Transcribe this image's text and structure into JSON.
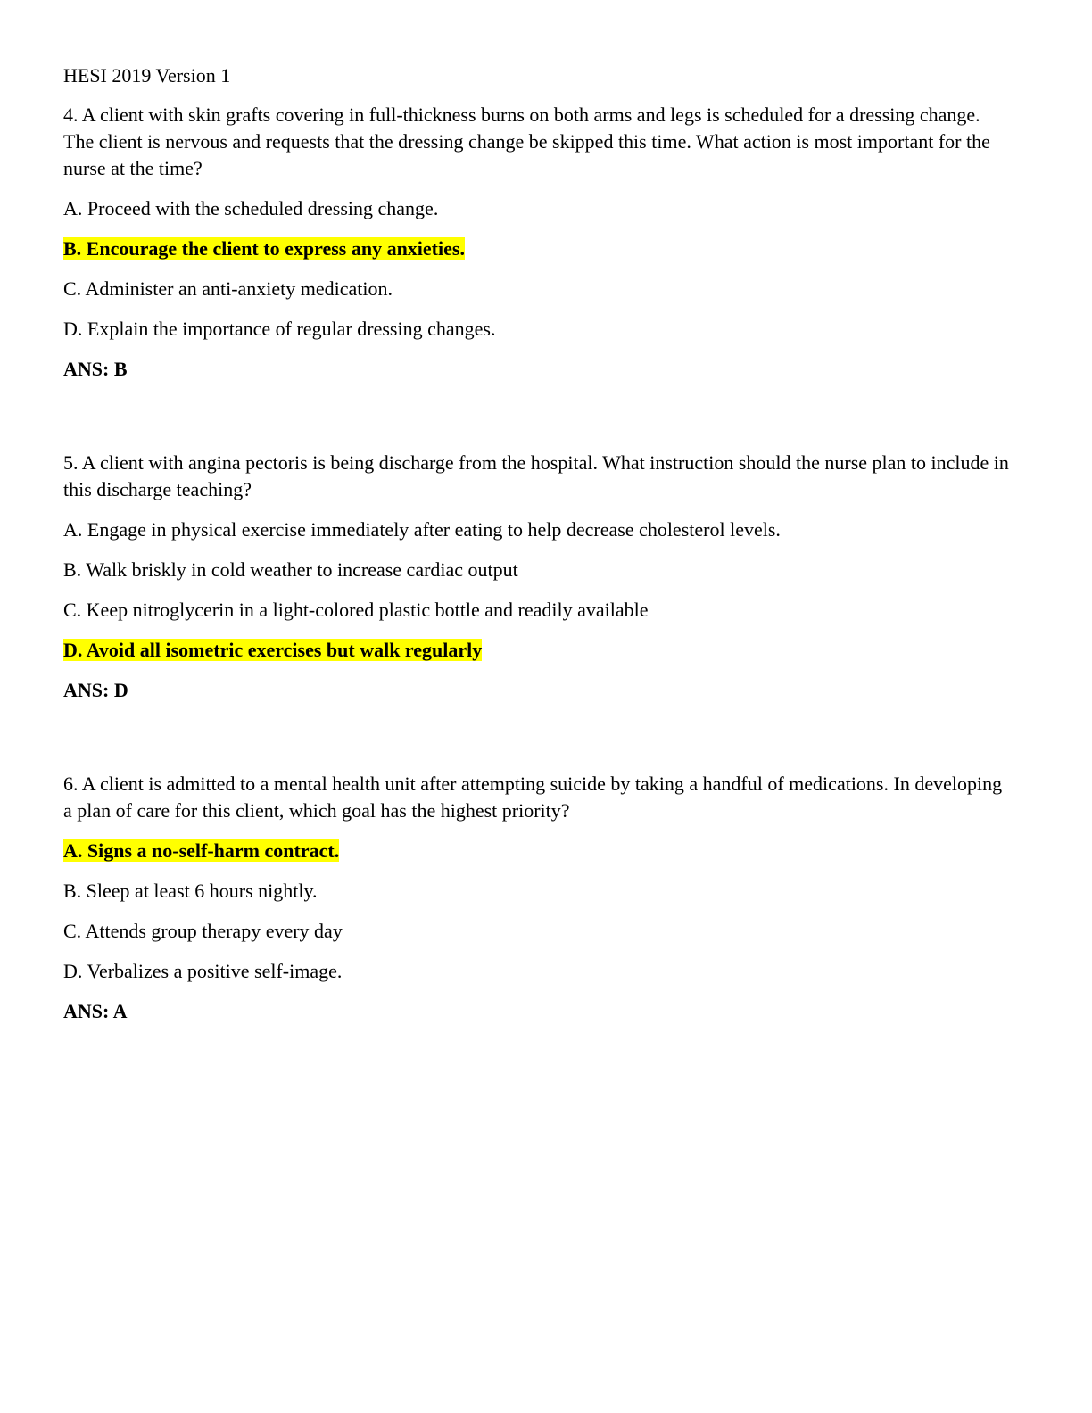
{
  "document": {
    "title": "HESI 2019 Version 1",
    "highlight_color": "#ffff00"
  },
  "questions": [
    {
      "stem": "4. A client with skin grafts covering in full-thickness burns on both arms and legs is scheduled for a dressing change. The client is nervous and requests that the dressing change be skipped this time. What action is most important for the nurse at the time?",
      "options": [
        "A. Proceed with the scheduled dressing change.",
        "B. Encourage the client to express any anxieties.",
        "C. Administer an anti-anxiety medication.",
        "D. Explain the importance of regular dressing changes."
      ],
      "highlighted_option": 1,
      "answer": "ANS: B"
    },
    {
      "stem": "5. A client with angina pectoris is being discharge from the hospital. What instruction should the nurse plan to include in this discharge teaching?",
      "options": [
        "A. Engage in physical exercise immediately after eating to help decrease cholesterol levels.",
        "B. Walk briskly in cold weather to increase cardiac output",
        "C. Keep nitroglycerin in a light-colored plastic bottle and readily available",
        "D. Avoid all isometric exercises but walk regularly"
      ],
      "highlighted_option": 3,
      "answer": "ANS: D"
    },
    {
      "stem": "6. A client is admitted to a mental health unit after attempting suicide by taking a handful of medications. In developing a plan of care for this client, which goal has the highest priority?",
      "options": [
        "A. Signs a no-self-harm contract.",
        "B. Sleep at least 6 hours nightly.",
        "C. Attends group therapy every day",
        "D. Verbalizes a positive self-image."
      ],
      "highlighted_option": 0,
      "answer": "ANS: A"
    }
  ]
}
